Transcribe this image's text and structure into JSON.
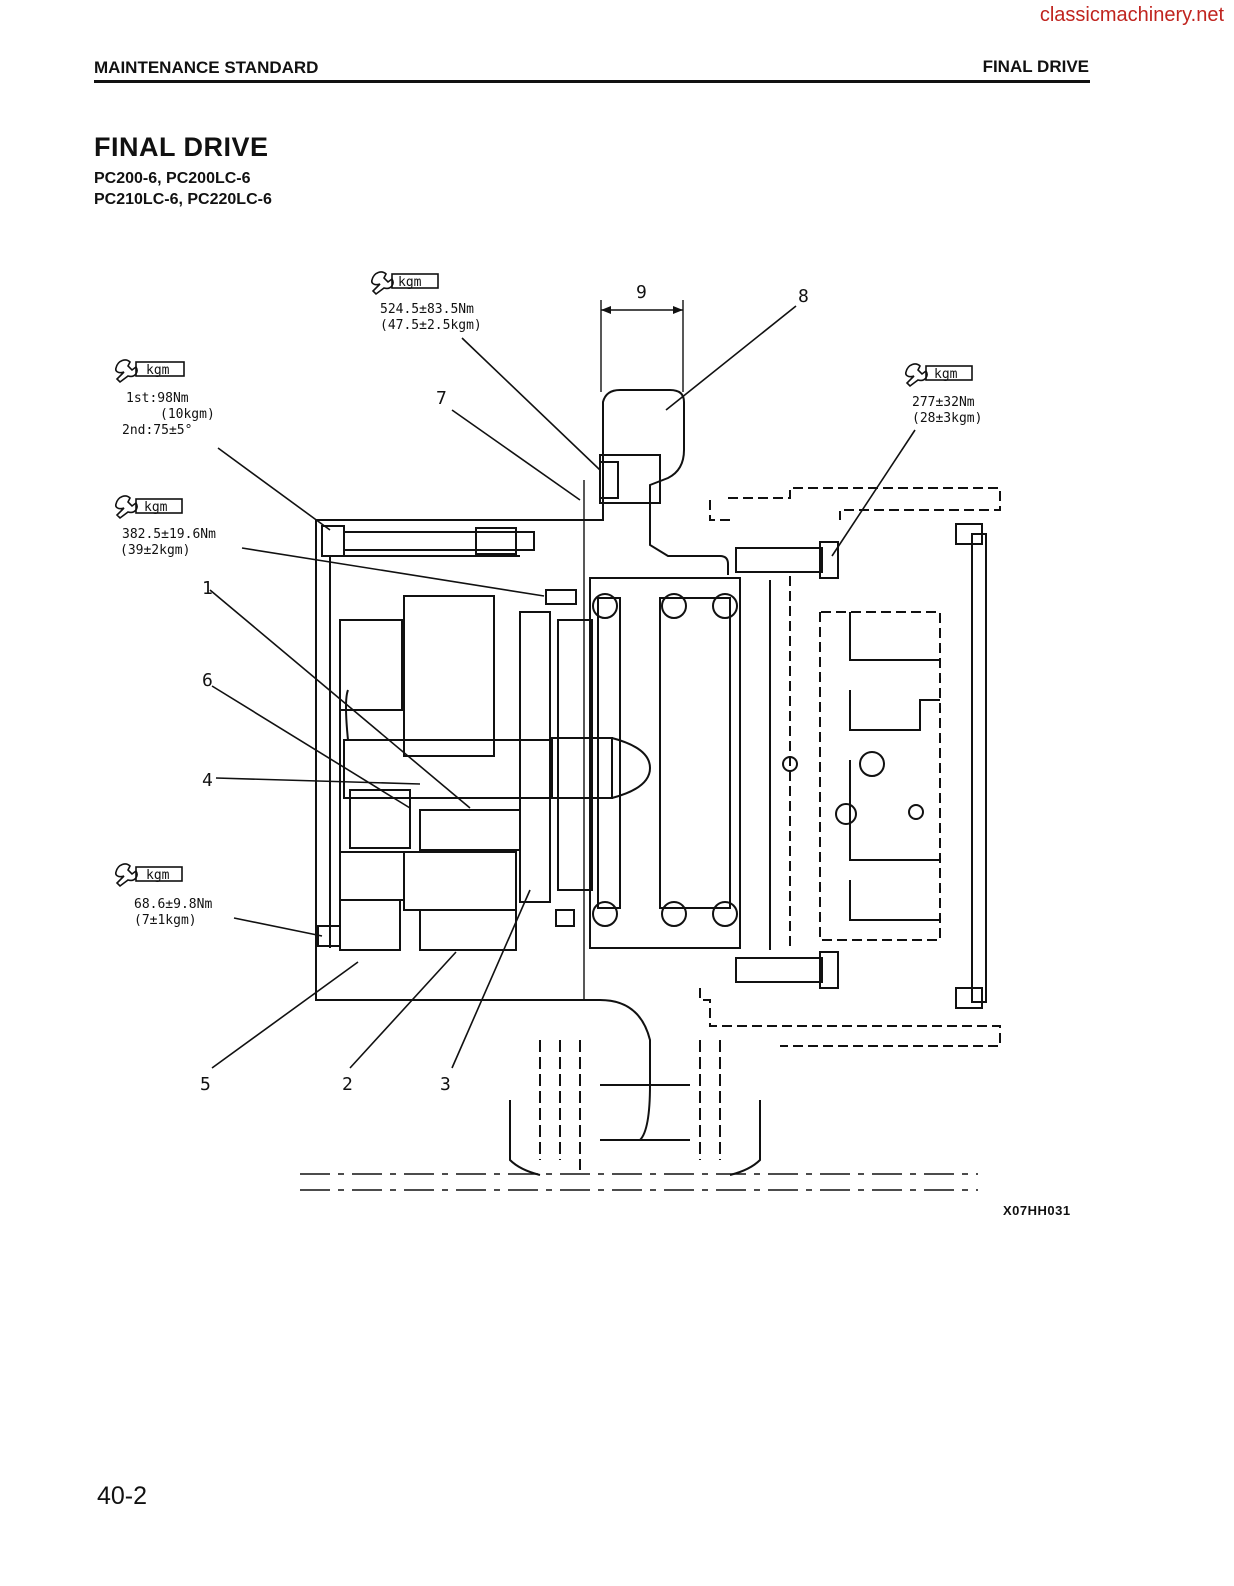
{
  "watermark": "classicmachinery.net",
  "header": {
    "left": "MAINTENANCE STANDARD",
    "right": "FINAL DRIVE"
  },
  "title": "FINAL DRIVE",
  "models": [
    "PC200-6, PC200LC-6",
    "PC210LC-6, PC220LC-6"
  ],
  "torque_specs": [
    {
      "unit": "kgm",
      "lines": [
        "524.5±83.5Nm",
        "(47.5±2.5kgm)"
      ]
    },
    {
      "unit": "kgm",
      "lines": [
        "1st:98Nm",
        "(10kgm)",
        "2nd:75±5°"
      ]
    },
    {
      "unit": "kgm",
      "lines": [
        "277±32Nm",
        "(28±3kgm)"
      ]
    },
    {
      "unit": "kgm",
      "lines": [
        "382.5±19.6Nm",
        "(39±2kgm)"
      ]
    },
    {
      "unit": "kgm",
      "lines": [
        "68.6±9.8Nm",
        "(7±1kgm)"
      ]
    }
  ],
  "callouts": [
    "1",
    "2",
    "3",
    "4",
    "5",
    "6",
    "7",
    "8",
    "9"
  ],
  "figure_code": "X07HH031",
  "page_number": "40-2",
  "icons": {
    "torque": "wrench-icon"
  }
}
